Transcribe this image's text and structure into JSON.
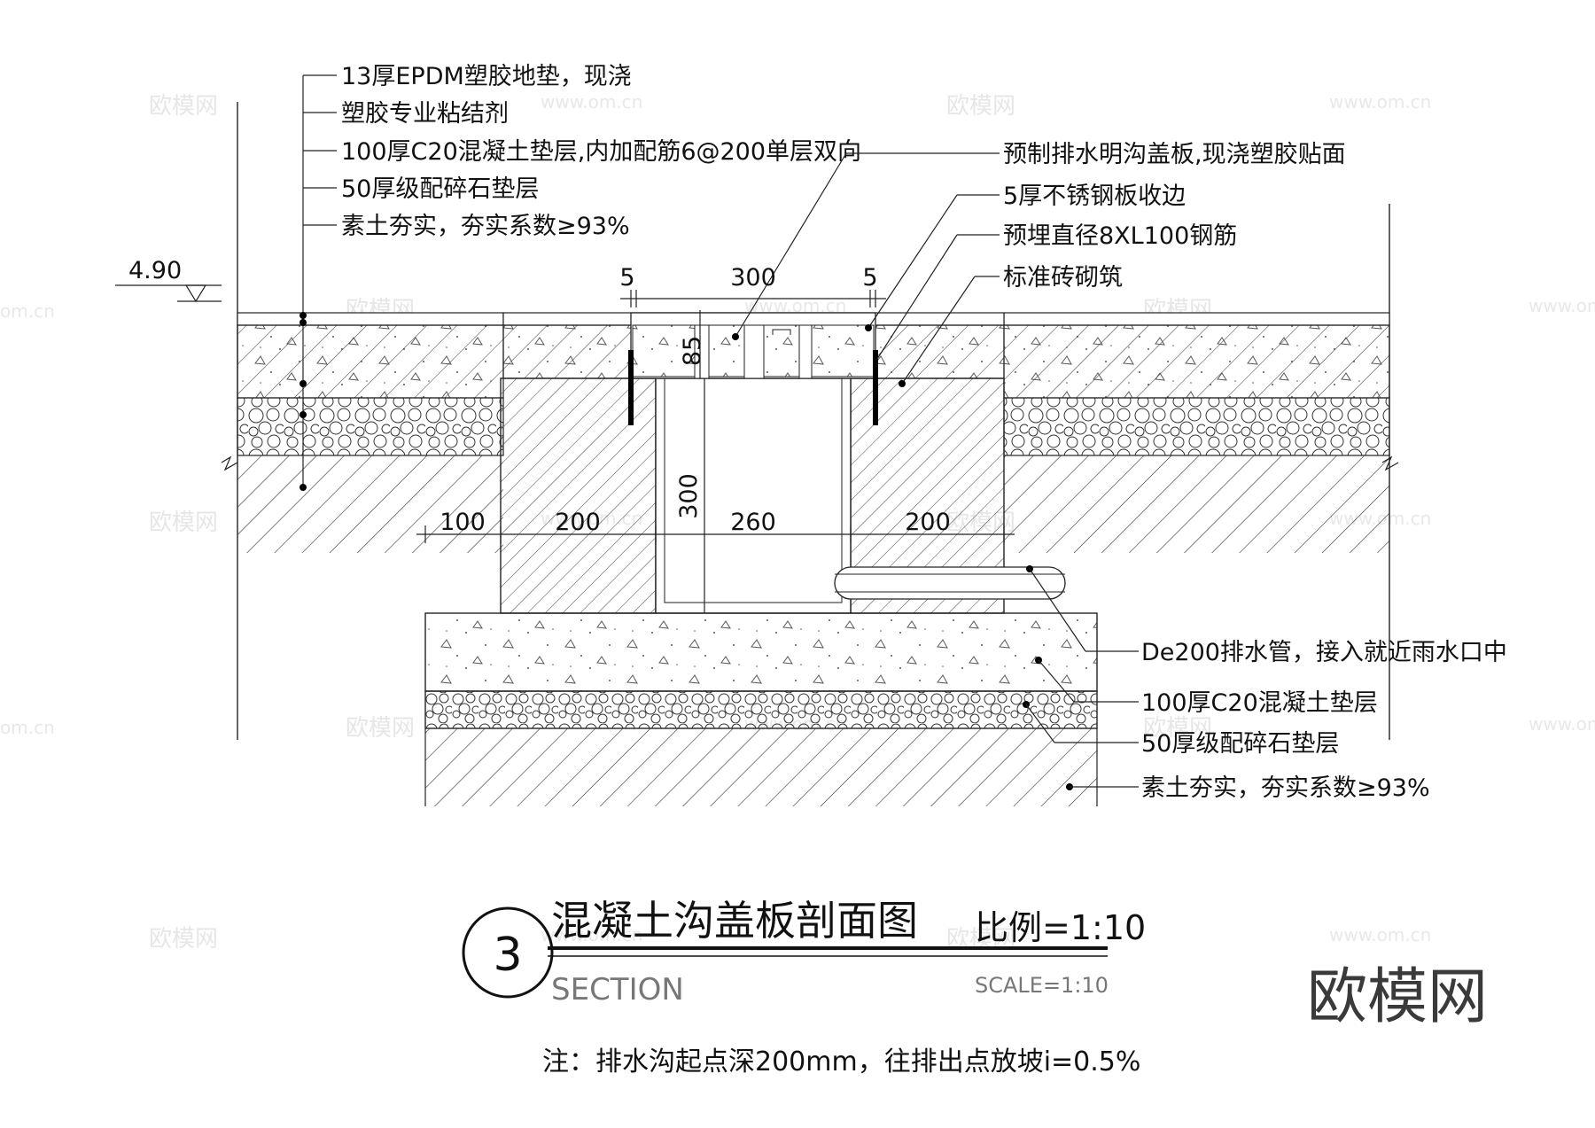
{
  "drawing": {
    "elevation": "4.90",
    "left_labels": [
      "13厚EPDM塑胶地垫，现浇",
      "塑胶专业粘结剂",
      "100厚C20混凝土垫层,内加配筋6@200单层双向",
      "50厚级配碎石垫层",
      "素土夯实，夯实系数≥93%"
    ],
    "right_top_labels": [
      "预制排水明沟盖板,现浇塑胶贴面",
      "5厚不锈钢板收边",
      "预埋直径8XL100钢筋",
      "标准砖砌筑"
    ],
    "right_bottom_labels": [
      "De200排水管，接入就近雨水口中",
      "100厚C20混凝土垫层",
      "50厚级配碎石垫层",
      "素土夯实，夯实系数≥93%"
    ],
    "dims_top": [
      "5",
      "300",
      "5"
    ],
    "dim_vertical_small": "85",
    "dim_vertical_large": "300",
    "dims_bottom": [
      "100",
      "200",
      "260",
      "200"
    ]
  },
  "title_block": {
    "number": "3",
    "title": "混凝土沟盖板剖面图",
    "scale_cn": "比例=1:10",
    "section_en": "SECTION",
    "scale_en": "SCALE=1:10"
  },
  "note": "注：排水沟起点深200mm，往排出点放坡i=0.5%",
  "watermark": {
    "brand": "欧模网",
    "url": "www.om.cn",
    "url_short": "om.cn"
  }
}
